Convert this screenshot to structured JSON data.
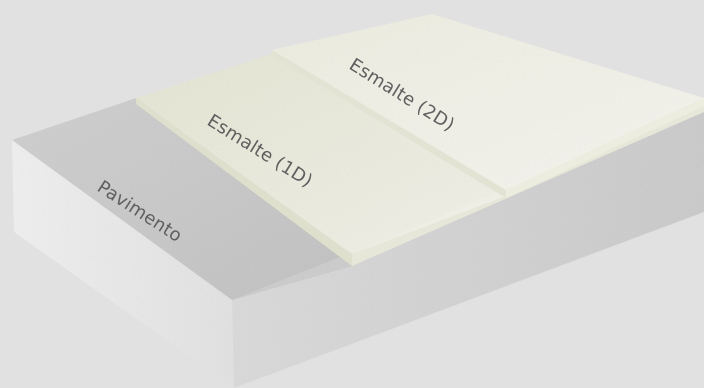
{
  "diagram": {
    "layers": [
      {
        "id": "pavimento",
        "label": "Pavimento"
      },
      {
        "id": "esmalte-1d",
        "label": "Esmalte (1D)"
      },
      {
        "id": "esmalte-2d",
        "label": "Esmalte (2D)"
      }
    ],
    "colors": {
      "background": "#e1e1e1",
      "pavimento_top": "#c9c9c9",
      "pavimento_front": "#ebebeb",
      "pavimento_side": "#d8d8d8",
      "esmalte_1d_top": "#ececdf",
      "esmalte_2d_top": "#f3f3ea",
      "label_text": "#5f5f5f"
    }
  }
}
